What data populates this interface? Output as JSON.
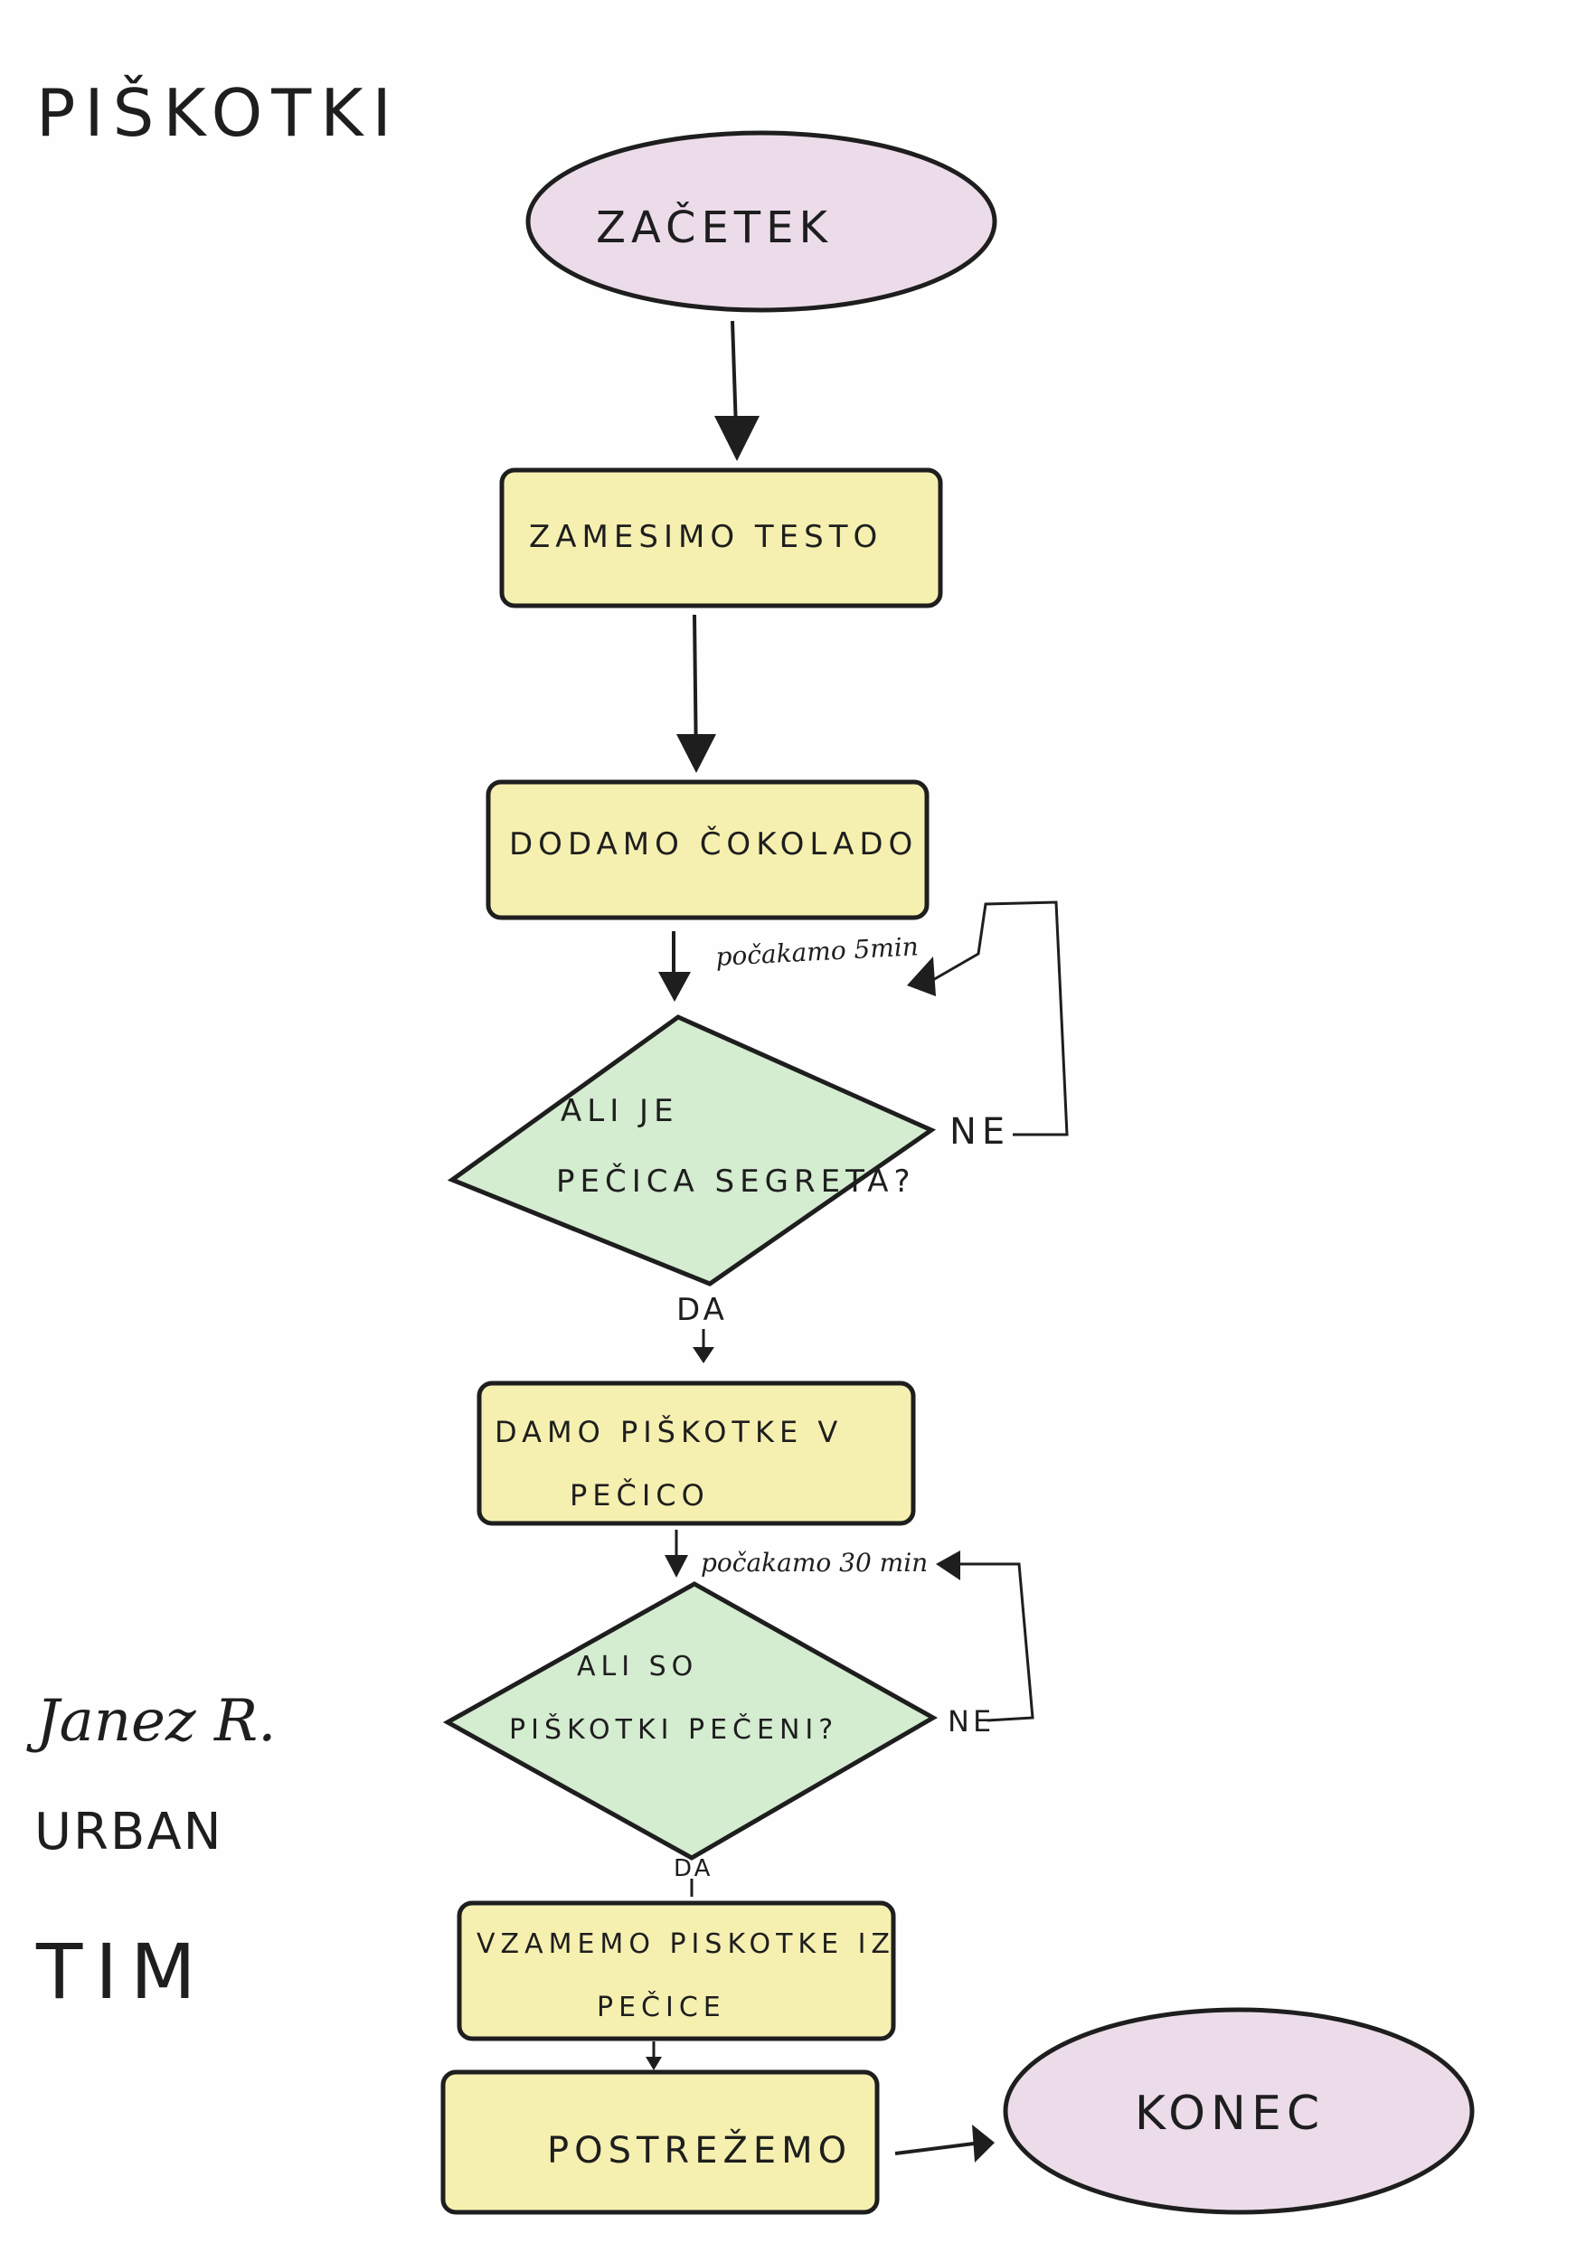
{
  "title": "PIŠKOTKI",
  "colors": {
    "terminal_fill": "#ecdcea",
    "process_fill": "#f6f0b0",
    "decision_fill": "#d4ecd0",
    "stroke": "#1e1e1e"
  },
  "nodes": {
    "start": {
      "label": "ZAČETEK"
    },
    "step_dough": {
      "label": "ZAMESIMO TESTO"
    },
    "step_chocolate": {
      "label": "DODAMO ČOKOLADO"
    },
    "decision_oven": {
      "line1": "ALI JE",
      "line2": "PEČICA SEGRETA?"
    },
    "step_into_oven": {
      "line1": "DAMO PIŠKOTKE V",
      "line2": "PEČICO"
    },
    "decision_baked": {
      "line1": "ALI SO",
      "line2": "PIŠKOTKI PEČENI?"
    },
    "step_take_out": {
      "line1": "VZAMEMO PISKOTKE IZ",
      "line2": "PEČICE"
    },
    "step_serve": {
      "label": "POSTREŽEMO"
    },
    "end": {
      "label": "KONEC"
    }
  },
  "edge_labels": {
    "wait_5": "počakamo 5min",
    "oven_no": "NE",
    "oven_yes": "DA",
    "wait_30": "počakamo 30 min",
    "baked_no": "NE",
    "baked_yes": "DA"
  },
  "authors": {
    "line1": "Janez R.",
    "line2": "URBAN",
    "line3": "TIM"
  }
}
